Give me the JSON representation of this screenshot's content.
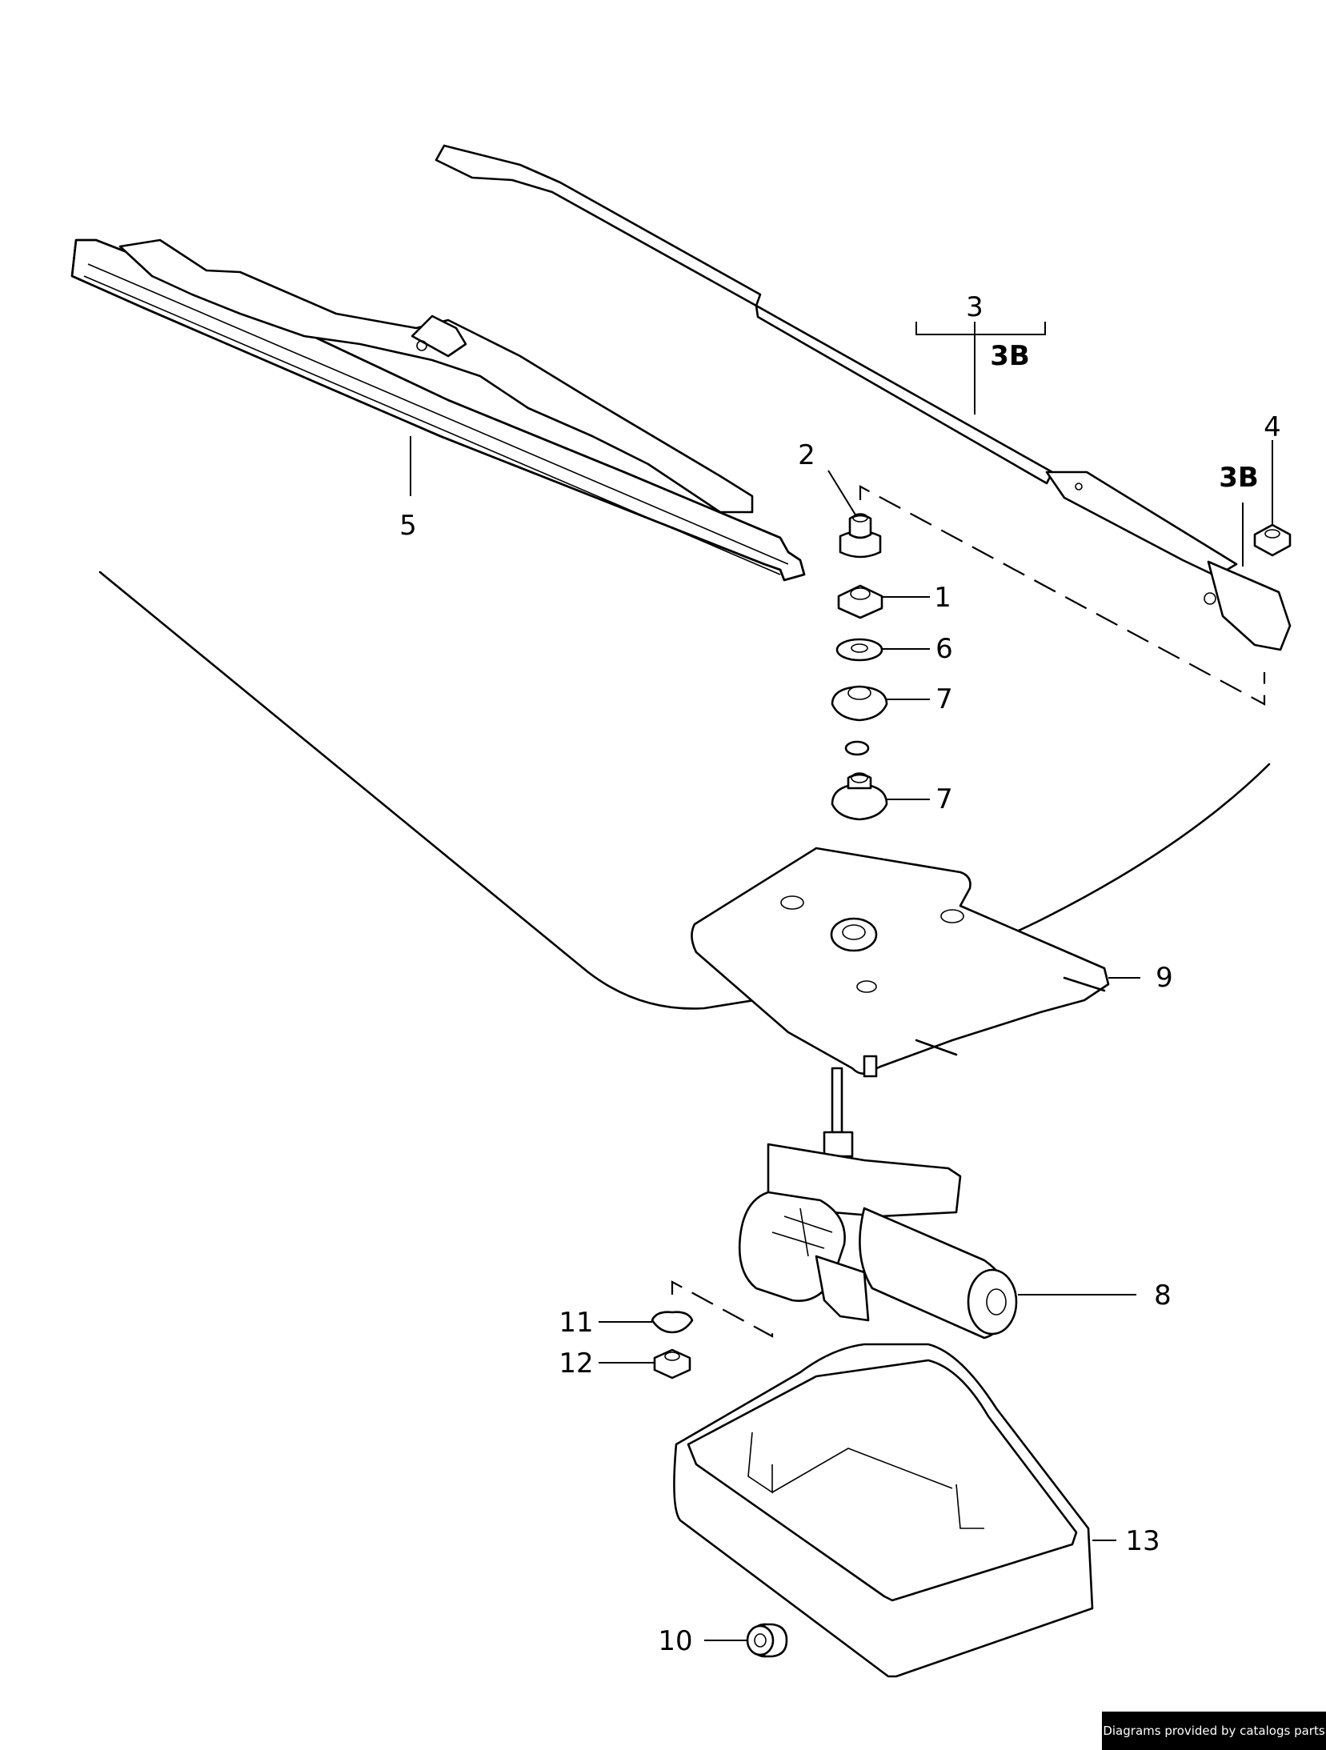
{
  "diagram": {
    "labels": {
      "p1": "1",
      "p2": "2",
      "p3": "3",
      "p3b_bracket": "3B",
      "p3b_arm": "3B",
      "p4": "4",
      "p5": "5",
      "p6": "6",
      "p7_upper": "7",
      "p7_lower": "7",
      "p8": "8",
      "p9": "9",
      "p10": "10",
      "p11": "11",
      "p12": "12",
      "p13": "13"
    }
  },
  "footer": {
    "credit": "Diagrams provided by catalogs parts"
  }
}
